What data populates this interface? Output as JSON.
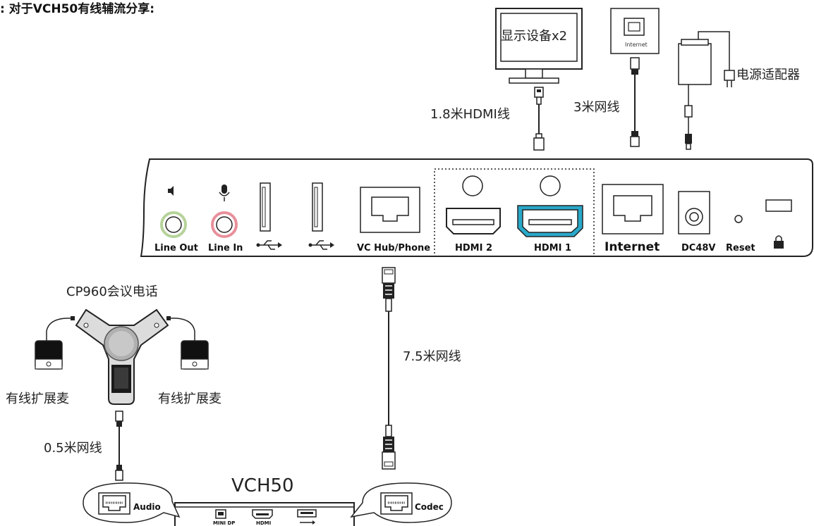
{
  "header": {
    "title": ": 对于VCH50有线辅流分享:"
  },
  "devices": {
    "display": "显示设备x2",
    "internet_jack": "Internet",
    "power_adapter": "电源适配器",
    "phone": "CP960会议电话",
    "mic_left": "有线扩展麦",
    "mic_right": "有线扩展麦",
    "vch": "VCH50"
  },
  "cables": {
    "hdmi": "1.8米HDMI线",
    "network_3m": "3米网线",
    "network_75m": "7.5米网线",
    "network_05m": "0.5米网线"
  },
  "panel": {
    "line_out": "Line Out",
    "line_in": "Line In",
    "vc_hub": "VC Hub/Phone",
    "hdmi2": "HDMI 2",
    "hdmi1": "HDMI 1",
    "internet": "Internet",
    "dc": "DC48V",
    "reset": "Reset"
  },
  "vch_box": {
    "audio": "Audio",
    "codec": "Codec",
    "mini_dp": "MINI DP",
    "hdmi": "HDMI"
  },
  "colors": {
    "line_out_ring": "#b6d39a",
    "line_in_ring": "#e8909c",
    "hdmi1_highlight": "#29a8c9"
  },
  "icons": [
    "speaker-icon",
    "microphone-icon",
    "usb-icon",
    "lock-icon",
    "rj45-jack-icon"
  ]
}
